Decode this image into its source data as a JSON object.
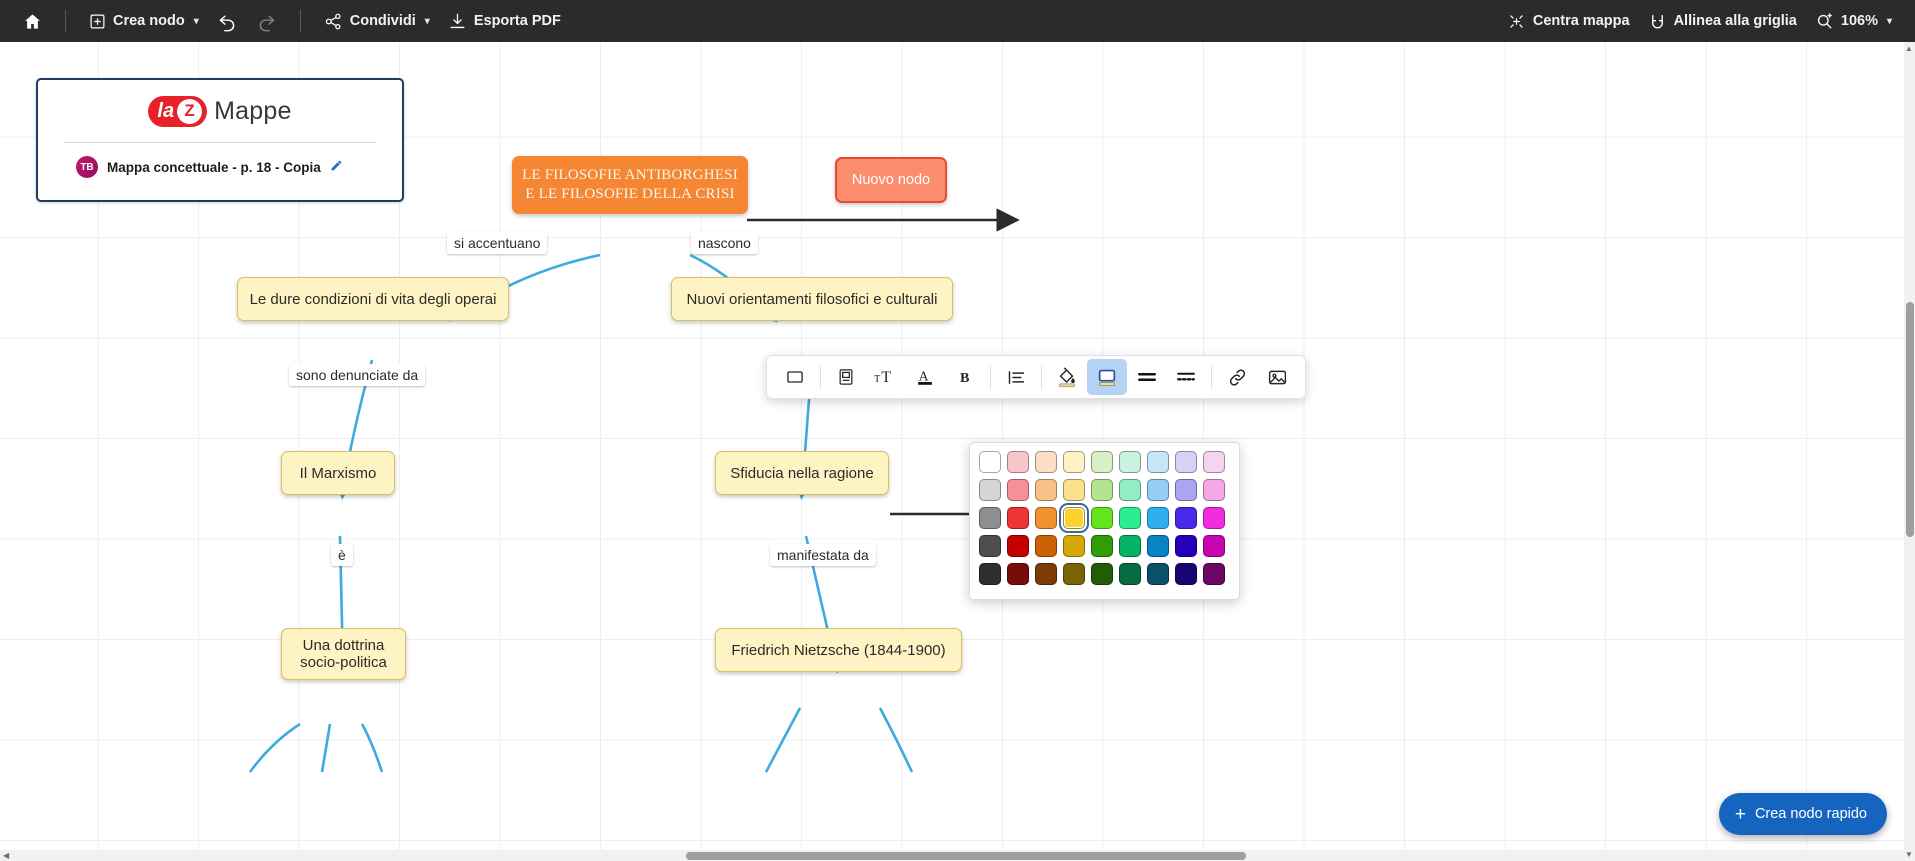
{
  "toolbar": {
    "home_label": "Home",
    "create_node": "Crea nodo",
    "undo": "Annulla",
    "redo": "Ripeti",
    "share": "Condividi",
    "export_pdf": "Esporta PDF",
    "center_map": "Centra mappa",
    "snap_grid": "Allinea alla griglia",
    "zoom_level": "106%"
  },
  "title_card": {
    "brand_la": "la",
    "brand_z": "Z",
    "brand_word": "Mappe",
    "avatar_initials": "TB",
    "doc_title": "Mappa concettuale - p. 18 - Copia"
  },
  "map": {
    "nodes": [
      {
        "id": "root",
        "text": "LE FILOSOFIE ANTIBORGHESI\nE LE FILOSOFIE DELLA CRISI"
      },
      {
        "id": "new",
        "text": "Nuovo nodo"
      },
      {
        "id": "operai",
        "text": "Le dure condizioni di vita degli operai"
      },
      {
        "id": "orient",
        "text": "Nuovi orientamenti filosofici e culturali"
      },
      {
        "id": "marxismo",
        "text": "Il Marxismo"
      },
      {
        "id": "sfiducia",
        "text": "Sfiducia nella ragione"
      },
      {
        "id": "dottrina",
        "text": "Una dottrina\nsocio-politica"
      },
      {
        "id": "nietzsche",
        "text": "Friedrich Nietzsche (1844-1900)"
      }
    ],
    "edge_labels": [
      {
        "id": "l1",
        "text": "si accentuano"
      },
      {
        "id": "l2",
        "text": "nascono"
      },
      {
        "id": "l3",
        "text": "sono denunciate da"
      },
      {
        "id": "l4",
        "text": "è"
      },
      {
        "id": "l5",
        "text": "manifestata da"
      }
    ]
  },
  "format_toolbar": {
    "items": [
      {
        "name": "shape",
        "label": "Forma nodo",
        "active": false
      },
      {
        "name": "card",
        "label": "Scheda",
        "active": false
      },
      {
        "name": "font-size",
        "label": "Dimensione testo",
        "active": false
      },
      {
        "name": "text-color",
        "label": "Colore testo",
        "active": false
      },
      {
        "name": "bold",
        "label": "Grassetto",
        "active": false
      },
      {
        "name": "align",
        "label": "Allineamento",
        "active": false
      },
      {
        "name": "fill-color",
        "label": "Colore riempimento",
        "active": false
      },
      {
        "name": "border-style",
        "label": "Stile bordo",
        "active": true
      },
      {
        "name": "line-solid",
        "label": "Linea continua",
        "active": false
      },
      {
        "name": "line-dotted",
        "label": "Linea punteggiata",
        "active": false
      },
      {
        "name": "link",
        "label": "Collegamento",
        "active": false
      },
      {
        "name": "image",
        "label": "Immagine",
        "active": false
      }
    ]
  },
  "palette": {
    "selected_row": 2,
    "selected_col": 3,
    "rows": [
      [
        "#ffffff",
        "#f7c6cb",
        "#fadfc4",
        "#fdf2c4",
        "#d9efc6",
        "#c9f2e0",
        "#c8e4f9",
        "#d5d3f5",
        "#f6d3ef"
      ],
      [
        "#d5d5d5",
        "#f58f99",
        "#f8c08a",
        "#fbe08d",
        "#b3e58e",
        "#93edc4",
        "#95cdf7",
        "#aba4f2",
        "#f3a7e4"
      ],
      [
        "#8e8e8e",
        "#ef3434",
        "#f2912f",
        "#fcd12e",
        "#63e41e",
        "#2bed92",
        "#2eafef",
        "#4a28e8",
        "#f32ce0"
      ],
      [
        "#4f4f4f",
        "#c40000",
        "#cc6108",
        "#d4a908",
        "#2f9c08",
        "#06b265",
        "#0a83c4",
        "#2600b8",
        "#c405b0"
      ],
      [
        "#2e2e2e",
        "#7a0b0b",
        "#7c3a06",
        "#7a6305",
        "#235c06",
        "#076b42",
        "#0b4f6b",
        "#1a0570",
        "#6b0662"
      ]
    ]
  },
  "fab": {
    "label": "Crea nodo rapido",
    "plus": "+"
  }
}
